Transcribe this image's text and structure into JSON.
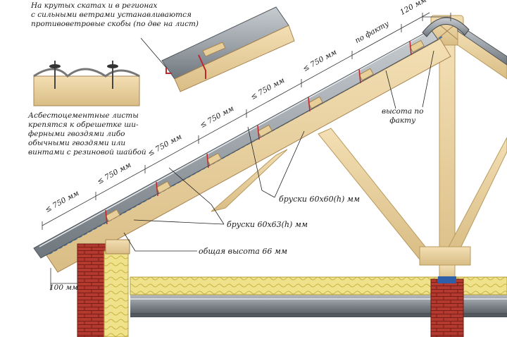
{
  "notes": {
    "wind": [
      "На крутых скатах и в регионах",
      "с сильными ветрами устанавливаются",
      "противоветровые скобы (по две на лист)"
    ],
    "fastening": [
      "Асбестоцементные листы",
      "крепятся к обрешетке ши-",
      "ферными гвоздями либо",
      "обычными гвоздями или",
      "винтами с резиновой шайбой"
    ]
  },
  "dimensions": {
    "ridge_gap": "120 мм",
    "overhang": "100 мм",
    "spacing": [
      "≤ 750 мм",
      "≤ 750 мм",
      "≤ 750 мм",
      "≤ 750 мм",
      "≤ 750 мм",
      "≤ 750 мм"
    ],
    "last_spacing": "по факту"
  },
  "labels": {
    "ridge_height": [
      "высота по",
      "факту"
    ],
    "batten_60x60": "бруски 60х60(h) мм",
    "batten_60x63": "бруски 60х63(h) мм",
    "total_height": "общая высота 66 мм"
  }
}
